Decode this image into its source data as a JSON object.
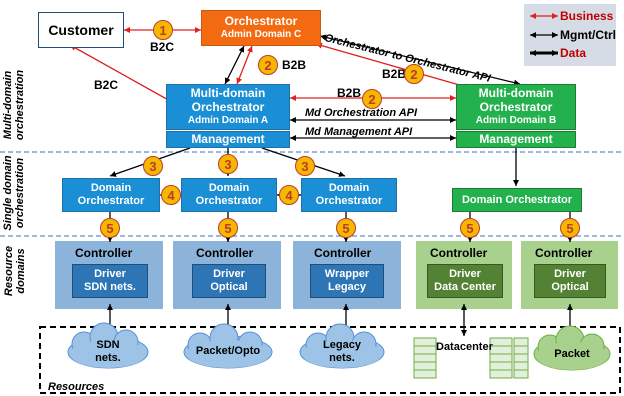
{
  "customer": "Customer",
  "orchestrator_c": {
    "title": "Orchestrator",
    "subtitle": "Admin Domain C"
  },
  "orch_a": {
    "title1": "Multi-domain",
    "title2": "Orchestrator",
    "subtitle": "Admin Domain A",
    "management": "Management"
  },
  "orch_b": {
    "title1": "Multi-domain",
    "title2": "Orchestrator",
    "subtitle": "Admin Domain B",
    "management": "Management"
  },
  "domain_orchestrator": {
    "line1": "Domain",
    "line2": "Orchestrator"
  },
  "domain_orchestrator_b": "Domain Orchestrator",
  "controller": "Controller",
  "drivers": [
    {
      "line1": "Driver",
      "line2": "SDN nets."
    },
    {
      "line1": "Driver",
      "line2": "Optical"
    },
    {
      "line1": "Wrapper",
      "line2": "Legacy"
    },
    {
      "line1": "Driver",
      "line2": "Data Center"
    },
    {
      "line1": "Driver",
      "line2": "Optical"
    }
  ],
  "resources": {
    "sdn_line1": "SDN",
    "sdn_line2": "nets.",
    "packet_opto": "Packet/Opto",
    "legacy_line1": "Legacy",
    "legacy_line2": "nets.",
    "datacenter": "Datacenter",
    "packet": "Packet",
    "label": "Resources"
  },
  "legend": {
    "business": "Business",
    "mgmt": "Mgmt/Ctrl",
    "data": "Data"
  },
  "labels": {
    "b2c_top": "B2C",
    "b2c_left": "B2C",
    "b2b_1": "B2B",
    "b2b_2": "B2B",
    "b2b_3": "B2B",
    "o2o_api": "Orchestrator to Orchestrator API",
    "md_orch_api": "Md Orchestration API",
    "md_mgmt_api": "Md Management API"
  },
  "sections": {
    "multi_line1": "Multi-domain",
    "multi_line2": "orchestration",
    "single_line1": "Single domain",
    "single_line2": "orchestration",
    "resource_line1": "Resource",
    "resource_line2": "domains"
  },
  "badges": {
    "one": "1",
    "two": "2",
    "three": "3",
    "four": "4",
    "five": "5"
  },
  "colors": {
    "business": "#e02020",
    "orchestrator_c": "#f36a10",
    "orch_a": "#1a8fd6",
    "orch_b": "#22b14c",
    "badge_fill": "#f5b800",
    "section_bg_blue": "#8cb3da",
    "section_bg_green": "#a9d18e",
    "driver_blue": "#2e75b6",
    "driver_green": "#548235",
    "cloud_blue": "#9dc3e6",
    "cloud_green": "#a9d18e",
    "legend_bg": "#d6dce5"
  }
}
